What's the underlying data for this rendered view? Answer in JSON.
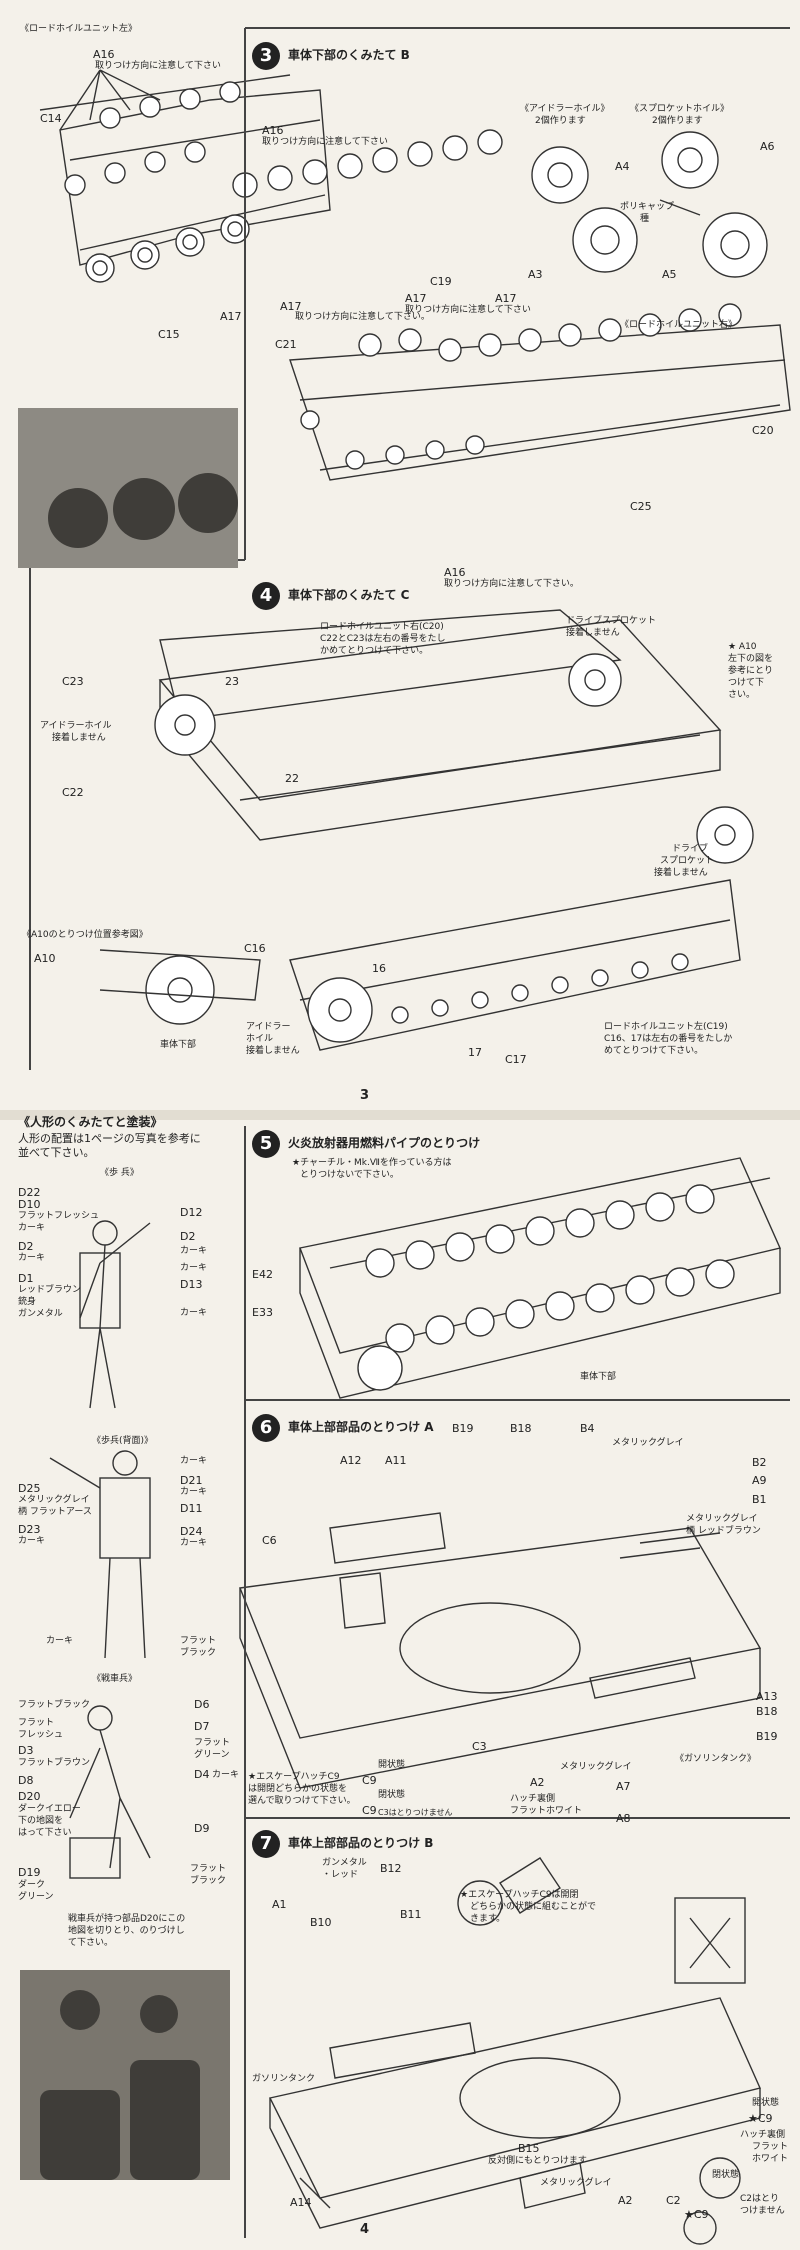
{
  "page1": {
    "page_number": "3",
    "left_caption": "《ロードホイルユニット左》",
    "left_labels": {
      "a16": "A16",
      "a16_note": "取りつけ方向に注意して下さい",
      "c14": "C14",
      "c15": "C15",
      "a17": "A17"
    },
    "step3": {
      "number": "3",
      "title": "車体下部のくみたて B",
      "idler_label": "《アイドラーホイル》",
      "idler_note": "2個作ります",
      "sprocket_label": "《スプロケットホイル》",
      "sprocket_note": "2個作ります",
      "poly_cap": "ポリキャップ",
      "poly_cap2": "種",
      "a4": "A4",
      "a6": "A6",
      "a3": "A3",
      "a5": "A5",
      "a16": "A16",
      "a16_note": "取りつけ方向に注意して下さい",
      "c19": "C19",
      "a17": "A17",
      "a17_note": "取りつけ方向に注意して下さい。",
      "a17b": "A17",
      "a17b_note": "取りつけ方向に注意して下さい",
      "a17c": "A17",
      "right_unit": "《ロードホイルユニット右》",
      "c21": "C21",
      "c20": "C20",
      "c25": "C25",
      "a16b": "A16",
      "a16b_note": "取りつけ方向に注意して下さい。"
    },
    "step4": {
      "number": "4",
      "title": "車体下部のくみたて C",
      "unit_r_note1": "ロードホイルユニット右(C20)",
      "unit_r_note2": "C22とC23は左右の番号をたし",
      "unit_r_note3": "かめてとりつけて下さい。",
      "drive_sprocket": "ドライブスプロケット",
      "no_glue": "接着しません",
      "a10_note1": "★ A10",
      "a10_note2": "左下の図を",
      "a10_note3": "参考にとり",
      "a10_note4": "つけて下",
      "a10_note5": "さい。",
      "c23": "C23",
      "idler_wheel": "アイドラーホイル",
      "idler_no_glue": "接着しません",
      "c22": "C22",
      "drive2_1": "ドライブ",
      "drive2_2": "スプロケット",
      "drive2_3": "接着しません",
      "a10_ref": "《A10のとりつけ位置参考図》",
      "a10": "A10",
      "hull_lower": "車体下部",
      "c16": "C16",
      "idler2_1": "アイドラー",
      "idler2_2": "ホイル",
      "idler2_3": "接着しません",
      "c17": "C17",
      "unit_l_1": "ロードホイルユニット左(C19)",
      "unit_l_2": "C16、17は左右の番号をたしか",
      "unit_l_3": "めてとりつけて下さい。",
      "mark23": "23",
      "mark22": "22",
      "mark16": "16",
      "mark17": "17"
    }
  },
  "page2": {
    "page_number": "4",
    "figures": {
      "heading": "《人形のくみたてと塗装》",
      "intro1": "人形の配置は1ページの写真を参考に",
      "intro2": "並べて下さい。",
      "infantry": "《歩 兵》",
      "d22": "D22",
      "d10": "D10",
      "flat_flesh": "フラットフレッシュ",
      "khaki": "カーキ",
      "d12": "D12",
      "d2": "D2",
      "d2b": "D2",
      "khaki2": "カーキ",
      "khaki3": "カーキ",
      "khaki4": "カーキ",
      "khaki5": "カーキ",
      "d1": "D1",
      "red_brown": "レッドブラウン",
      "gun_body": "銃身",
      "gunmetal": "ガンメタル",
      "d13": "D13",
      "infantry_back": "《歩兵(背面)》",
      "khaki6": "カーキ",
      "d25": "D25",
      "metallic_grey": "メタリックグレイ",
      "flat_earth": "柄 フラットアース",
      "d21": "D21",
      "khaki7": "カーキ",
      "d11": "D11",
      "d23": "D23",
      "khaki8": "カーキ",
      "d24": "D24",
      "khaki9": "カーキ",
      "khaki10": "カーキ",
      "flat_black": "フラット",
      "flat_black2": "ブラック",
      "tank_crew": "《戦車兵》",
      "flat_black3": "フラットブラック",
      "d6": "D6",
      "flat": "フラット",
      "flesh": "フレッシュ",
      "d7": "D7",
      "flat_green": "フラット",
      "green": "グリーン",
      "d3": "D3",
      "flat_brown": "フラットブラウン",
      "d8": "D8",
      "d4": "D4",
      "khaki11": "カーキ",
      "d20": "D20",
      "dark_yellow": "ダークイエロー",
      "map1": "下の地図を",
      "map2": "はって下さい",
      "d9": "D9",
      "d19": "D19",
      "dark": "ダーク",
      "green2": "グリーン",
      "flat_black4": "フラット",
      "flat_black5": "ブラック",
      "map_note1": "戦車兵が持つ部品D20にこの",
      "map_note2": "地図を切りとり、のりづけし",
      "map_note3": "て下さい。"
    },
    "step5": {
      "number": "5",
      "title": "火炎放射器用燃料パイプのとりつけ",
      "note1": "★チャーチル・Mk.Ⅶを作っている方は",
      "note2": "とりつけないで下さい。",
      "e42": "E42",
      "e33": "E33",
      "hull": "車体下部"
    },
    "step6": {
      "number": "6",
      "title": "車体上部部品のとりつけ A",
      "b19": "B19",
      "b18": "B18",
      "b4": "B4",
      "metallic_grey": "メタリックグレイ",
      "b2": "B2",
      "a9": "A9",
      "b1": "B1",
      "metallic_grey2": "メタリックグレイ",
      "red_brown": "柄 レッドブラウン",
      "a12": "A12",
      "a11": "A11",
      "c6": "C6",
      "a13": "A13",
      "b18b": "B18",
      "b19b": "B19",
      "hatch_note1": "★エスケープハッチC9",
      "hatch_note2": "は開閉どちらかの状態を",
      "hatch_note3": "選んで取りつけて下さい。",
      "open": "開状態",
      "c9": "C9",
      "closed": "閉状態",
      "c9b": "C9",
      "c3_note": "C3はとりつけません",
      "c3": "C3",
      "a2": "A2",
      "metallic_grey3": "メタリックグレイ",
      "hatch_back": "ハッチ裏側",
      "flat_white": "フラットホワイト",
      "jerrycan": "《ガソリンタンク》",
      "a7": "A7",
      "a8": "A8"
    },
    "step7": {
      "number": "7",
      "title": "車体上部部品のとりつけ B",
      "gunmetal": "ガンメタル",
      "red": "・レッド",
      "b12": "B12",
      "a1": "A1",
      "b10": "B10",
      "b11": "B11",
      "hatch_note1": "★エスケープハッチC9は開閉",
      "hatch_note2": "どちらかの状態に組むことがで",
      "hatch_note3": "きます。",
      "gas_tank": "ガソリンタンク",
      "a14": "A14",
      "b15": "B15",
      "b15_note": "反対側にもとりつけます",
      "metallic_grey": "メタリックグレイ",
      "a2": "A2",
      "open": "開状態",
      "c9": "★C9",
      "hatch_back": "ハッチ裏側",
      "flat": "フラット",
      "white": "ホワイト",
      "closed": "閉状態",
      "c2": "C2",
      "c9b": "★C9",
      "c2_note1": "C2はとり",
      "c2_note2": "つけません"
    }
  }
}
